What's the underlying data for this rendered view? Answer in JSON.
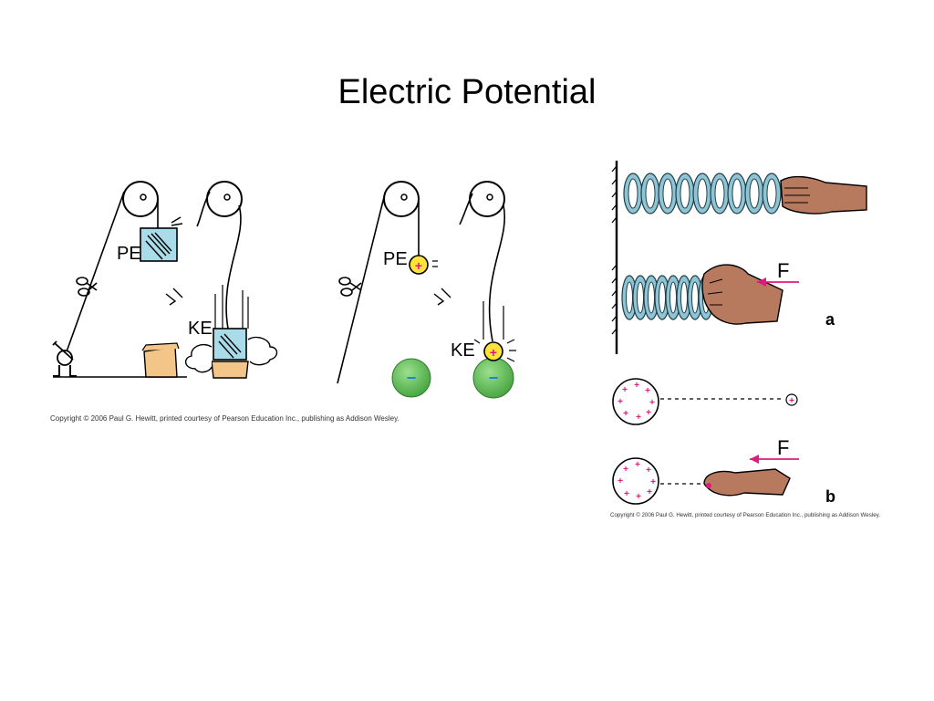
{
  "slide": {
    "title": "Electric Potential"
  },
  "left_figure": {
    "mass_panel": {
      "pe_label": "PE",
      "ke_label": "KE"
    },
    "charge_panel": {
      "pe_label": "PE",
      "ke_label": "KE",
      "small_charge_sign": "+",
      "large_charge_sign": "−"
    },
    "copyright": "Copyright © 2006 Paul G. Hewitt, printed courtesy of Pearson Education Inc., publishing as Addison Wesley."
  },
  "right_figure": {
    "spring_force_label": "F",
    "part_a_label": "a",
    "sphere_force_label": "F",
    "part_b_label": "b",
    "charge_sign": "+",
    "copyright": "Copyright © 2006 Paul G. Hewitt, printed courtesy of Pearson Education Inc., publishing as Addison Wesley."
  },
  "colors": {
    "block": "#a9dbe8",
    "crate": "#f3c589",
    "spring": "#8fc4d4",
    "hand": "#b77a5f",
    "force_arrow": "#e0187f",
    "positive_charge": "#ffe23a",
    "negative_ball": "#6cc063",
    "plus_sign": "#e0187f"
  },
  "icons": [
    "pulley-icon",
    "scissors-icon",
    "winch-icon",
    "spring-icon",
    "hand-icon",
    "force-arrow-icon"
  ]
}
